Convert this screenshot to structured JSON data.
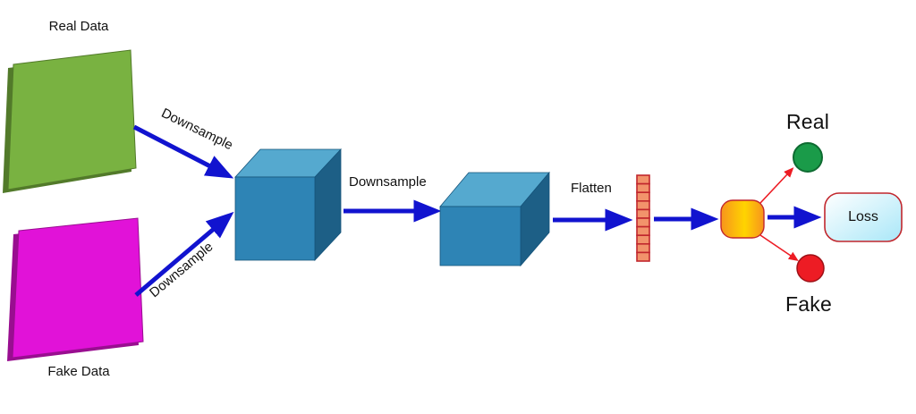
{
  "title": "GAN discriminator data-flow diagram",
  "nodes": {
    "real_input": {
      "label": "Real Data"
    },
    "fake_input": {
      "label": "Fake Data"
    },
    "real_output": {
      "label": "Real"
    },
    "fake_output": {
      "label": "Fake"
    },
    "loss": {
      "label": "Loss"
    }
  },
  "edges": {
    "downsample_real": {
      "label": "Downsample"
    },
    "downsample_fake": {
      "label": "Downsample"
    },
    "downsample_mid": {
      "label": "Downsample"
    },
    "flatten": {
      "label": "Flatten"
    }
  },
  "colors": {
    "real_plane": "#79b241",
    "real_plane_edge": "#527a2a",
    "fake_plane": "#e112d8",
    "fake_plane_edge": "#990e90",
    "arrow_blue": "#1113cf",
    "cube_top": "#55a9cf",
    "cube_front": "#2e84b5",
    "cube_side": "#1d5f86",
    "vector_fill": "#f2936b",
    "vector_stroke": "#c1272d",
    "node_orange": "#f7941d",
    "node_yellow": "#ffd400",
    "node_stroke": "#c1272d",
    "output_arrow_red": "#ed1c24",
    "real_circle": "#1a9b49",
    "real_circle_edge": "#0e6b31",
    "fake_circle": "#ed1c24",
    "fake_circle_edge": "#9e1016",
    "loss_fill_light": "#ffffff",
    "loss_fill_cyan": "#a9e7f8",
    "loss_stroke": "#c1272d"
  }
}
